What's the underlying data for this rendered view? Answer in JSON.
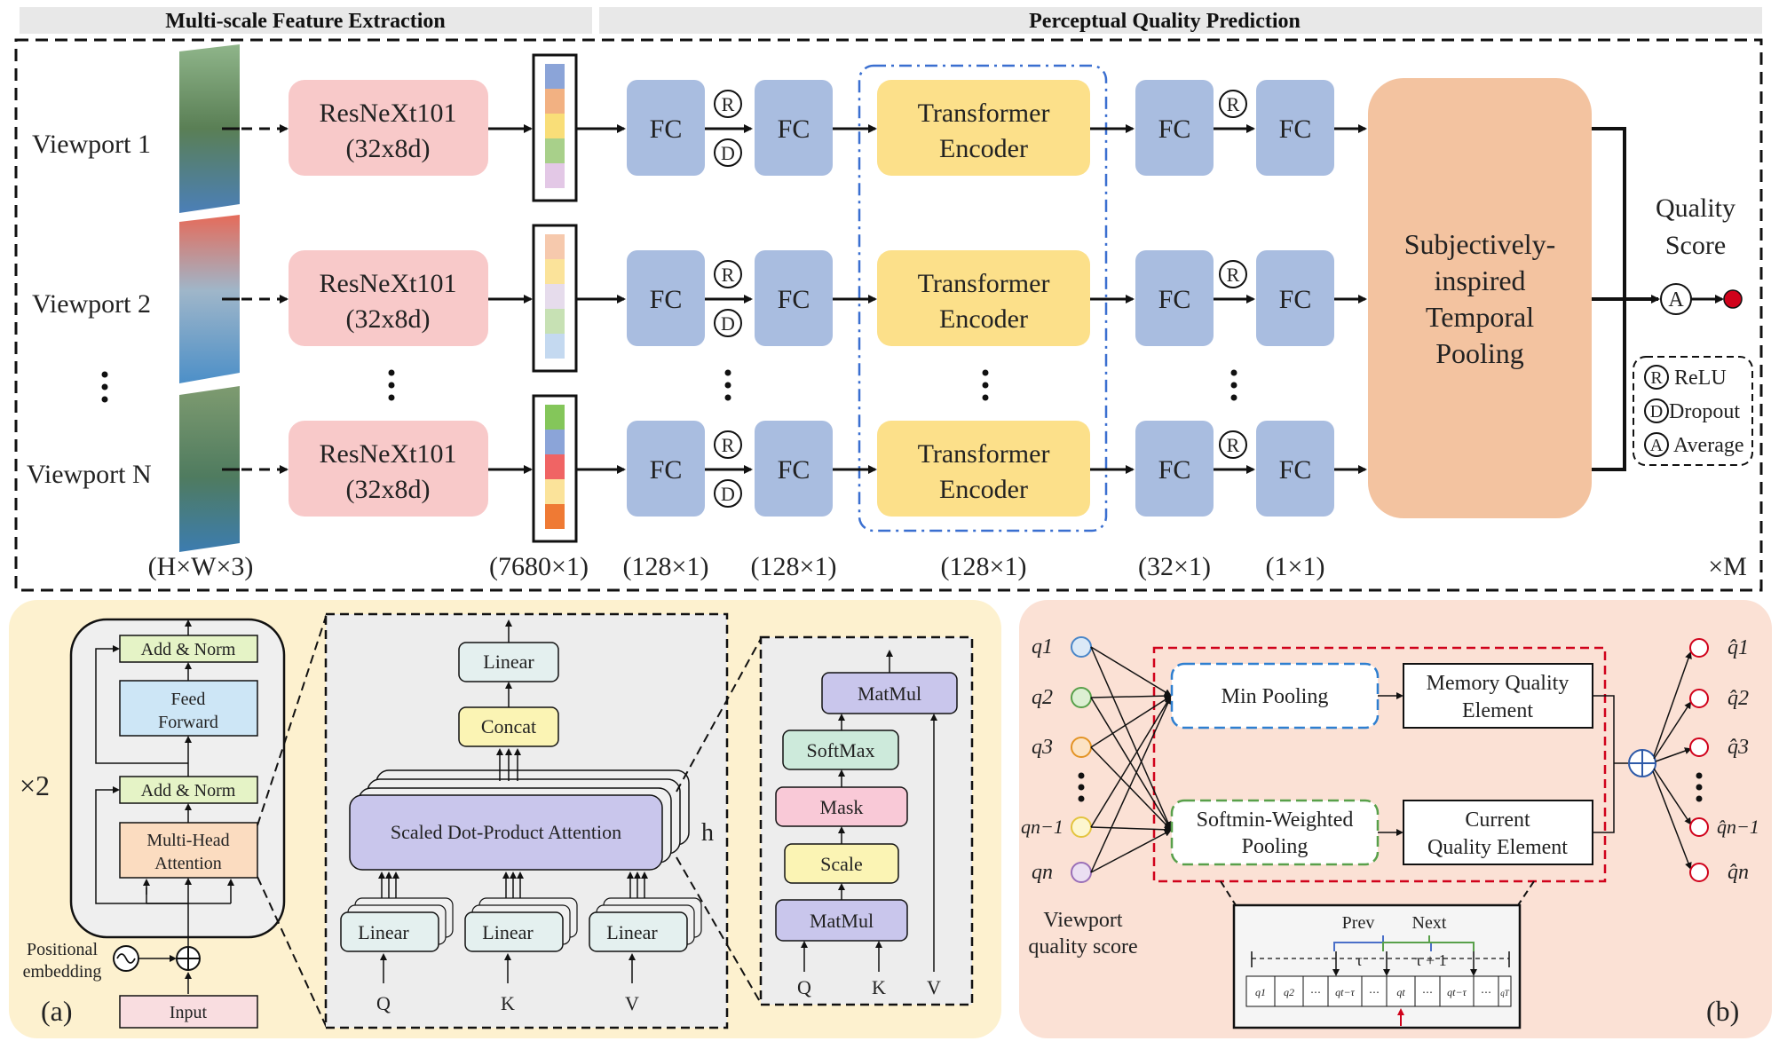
{
  "headers": {
    "left": "Multi-scale Feature Extraction",
    "right": "Perceptual Quality Prediction"
  },
  "rows": [
    {
      "viewport": "Viewport 1",
      "resnext": [
        "ResNeXt101",
        "(32x8d)"
      ],
      "fc1": "FC",
      "fc2": "FC",
      "encoder": [
        "Transformer",
        "Encoder"
      ],
      "fc3": "FC",
      "fc4": "FC"
    },
    {
      "viewport": "Viewport 2",
      "resnext": [
        "ResNeXt101",
        "(32x8d)"
      ],
      "fc1": "FC",
      "fc2": "FC",
      "encoder": [
        "Transformer",
        "Encoder"
      ],
      "fc3": "FC",
      "fc4": "FC"
    },
    {
      "viewport": "Viewport N",
      "resnext": [
        "ResNeXt101",
        "(32x8d)"
      ],
      "fc1": "FC",
      "fc2": "FC",
      "encoder": [
        "Transformer",
        "Encoder"
      ],
      "fc3": "FC",
      "fc4": "FC"
    }
  ],
  "op_letters": {
    "relu": "R",
    "dropout": "D",
    "average": "A"
  },
  "pooling": [
    "Subjectively-",
    "inspired",
    "Temporal",
    "Pooling"
  ],
  "quality_score": [
    "Quality",
    "Score"
  ],
  "legend": [
    {
      "letter": "R",
      "label": "ReLU"
    },
    {
      "letter": "D",
      "label": "Dropout"
    },
    {
      "letter": "A",
      "label": "Average"
    }
  ],
  "dims": {
    "input": "(H×W×3)",
    "features": "(7680×1)",
    "fc1": "(128×1)",
    "fc2": "(128×1)",
    "encoder": "(128×1)",
    "fc3": "(32×1)",
    "fc4": "(1×1)",
    "repeat": "×M"
  },
  "panel_a": {
    "label": "(a)",
    "times": "×2",
    "add_norm": "Add & Norm",
    "feed_forward": [
      "Feed",
      "Forward"
    ],
    "mha": [
      "Multi-Head",
      "Attention"
    ],
    "positional": [
      "Positional",
      "embedding"
    ],
    "input": "Input",
    "linear_out": "Linear",
    "concat": "Concat",
    "sdpa": "Scaled Dot-Product Attention",
    "h": "h",
    "linear": "Linear",
    "qkv": [
      "Q",
      "K",
      "V"
    ],
    "matmul": "MatMul",
    "softmax": "SoftMax",
    "mask": "Mask",
    "scale": "Scale"
  },
  "panel_b": {
    "label": "(b)",
    "q_in": [
      "q1",
      "q2",
      "q3",
      "qn−1",
      "qn"
    ],
    "q_out": [
      "q̂1",
      "q̂2",
      "q̂3",
      "q̂n−1",
      "q̂n"
    ],
    "min_pooling": "Min Pooling",
    "softmin": [
      "Softmin-Weighted",
      "Pooling"
    ],
    "memory": [
      "Memory Quality",
      "Element"
    ],
    "current": [
      "Current",
      "Quality Element"
    ],
    "viewport_score": [
      "Viewport",
      "quality score"
    ],
    "prev": "Prev",
    "next": "Next",
    "tau": "τ",
    "tau1": "τ + 1",
    "seq": [
      "q1",
      "q2",
      "⋯",
      "qt−τ",
      "⋯",
      "qt",
      "⋯",
      "qt−τ",
      "⋯",
      "qT"
    ]
  },
  "colors": {
    "resnext": "#f8c9c9",
    "fc": "#a9bde0",
    "encoder": "#fce08a",
    "pooling": "#f3c3a0",
    "panel_a_bg": "#fdf1cf",
    "panel_b_bg": "#fbe1d5",
    "red_dot": "#d0021b"
  }
}
